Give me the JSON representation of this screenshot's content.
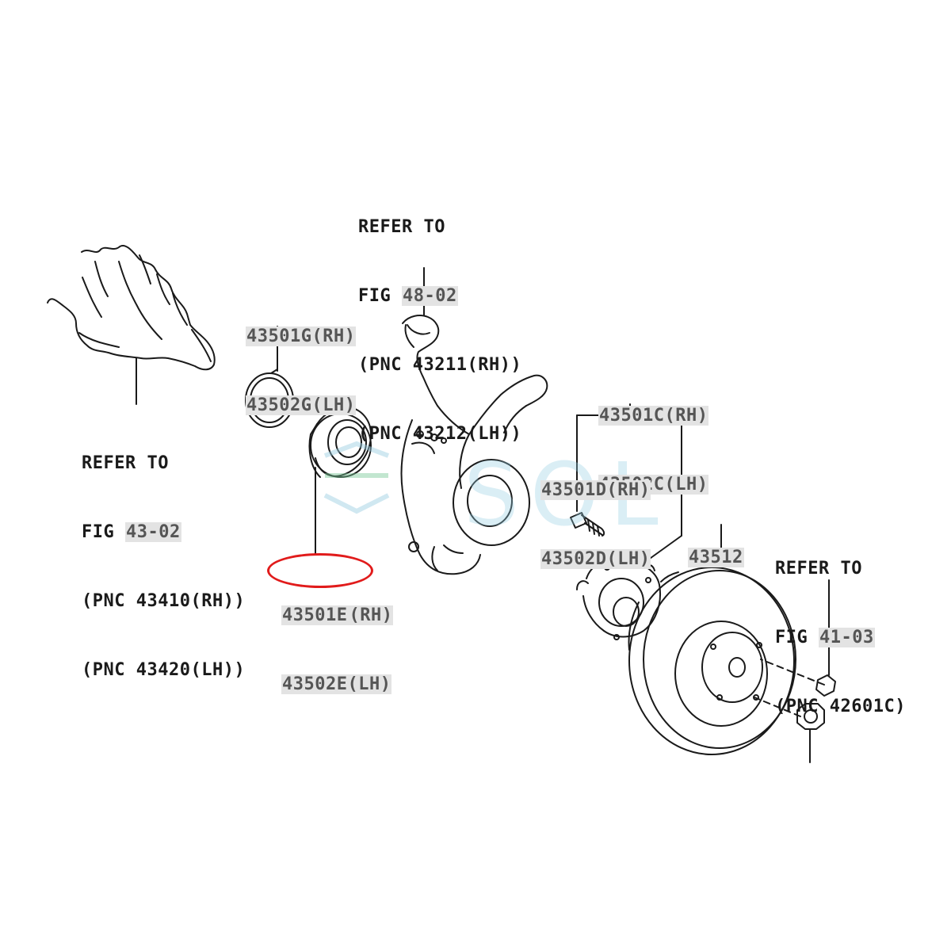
{
  "labels": {
    "knuckle_ref": {
      "l1": "REFER TO",
      "l2_prefix": "FIG ",
      "l2_fig": "48-02",
      "l3_prefix": "(PNC ",
      "l3_pnc": "43211(RH)",
      "l3_suffix": ")",
      "l4_prefix": "(PNC ",
      "l4_pnc": "43212(LH)",
      "l4_suffix": ")"
    },
    "shaft_ref": {
      "l1": "REFER TO",
      "l2_prefix": "FIG ",
      "l2_fig": "43-02",
      "l3_prefix": "(PNC ",
      "l3_pnc": "43410(RH)",
      "l3_suffix": ")",
      "l4_prefix": "(PNC ",
      "l4_pnc": "43420(LH)",
      "l4_suffix": ")"
    },
    "snap_ring": {
      "rh": "43501G(RH)",
      "lh": "43502G(LH)"
    },
    "bearing": {
      "rh_code": "43501E",
      "rh_side": "(RH)",
      "lh": "43502E(LH)"
    },
    "hub": {
      "rh": "43501C(RH)",
      "lh": "43502C(LH)"
    },
    "hub_bolt": {
      "rh": "43501D(RH)",
      "lh": "43502D(LH)"
    },
    "disc": {
      "code": "43512"
    },
    "nut_ref": {
      "l1": "REFER TO",
      "l2_prefix": "FIG ",
      "l2_fig": "41-03",
      "l3_prefix": "(PNC ",
      "l3_pnc": "42601C",
      "l3_suffix": ")"
    }
  },
  "watermark": {
    "text": "SOL"
  },
  "colors": {
    "ink": "#1a1a1a",
    "highlight_bg": "#e3e3e3",
    "callout": "#e11b1b",
    "watermark": "#96cde1"
  },
  "icons": {
    "drive_shaft": "drive-shaft-icon",
    "snap_ring": "snap-ring-icon",
    "bearing": "wheel-bearing-icon",
    "knuckle": "steering-knuckle-icon",
    "hub_bolt": "hub-bolt-icon",
    "hub": "axle-hub-icon",
    "disc": "brake-disc-icon",
    "wheel_nut": "wheel-nut-icon"
  }
}
